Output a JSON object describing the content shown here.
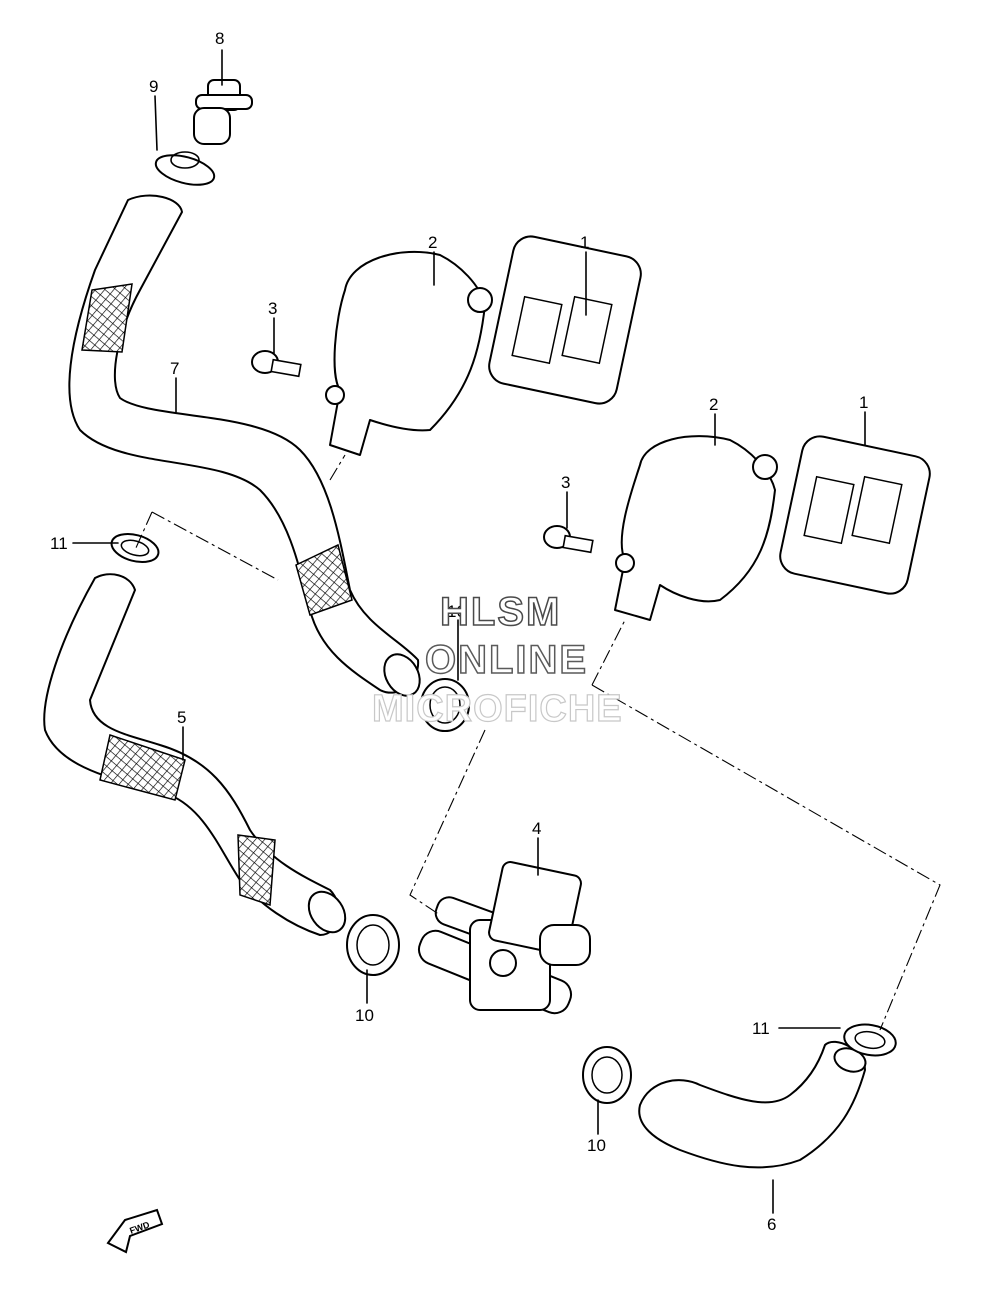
{
  "diagram": {
    "type": "exploded parts diagram",
    "callouts": {
      "c1a": "1",
      "c1b": "1",
      "c2a": "2",
      "c2b": "2",
      "c3a": "3",
      "c3b": "3",
      "c4": "4",
      "c5": "5",
      "c6": "6",
      "c7": "7",
      "c8": "8",
      "c9": "9",
      "c10a": "10",
      "c10b": "10",
      "c10c": "10",
      "c11a": "11",
      "c11b": "11"
    },
    "watermark": {
      "line1": "HLSM",
      "line2": "ONLINE",
      "line3": "MICROFICHE"
    },
    "direction_badge": "FWD"
  }
}
